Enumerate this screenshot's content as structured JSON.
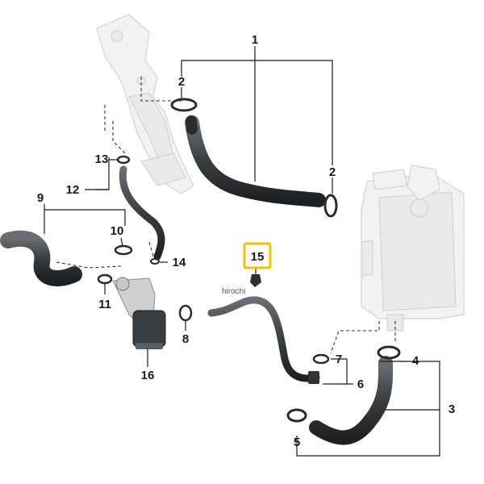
{
  "diagram": {
    "labels": {
      "c1": "1",
      "c2a": "2",
      "c2b": "2",
      "c3": "3",
      "c4": "4",
      "c5": "5",
      "c6": "6",
      "c7": "7",
      "c8": "8",
      "c9": "9",
      "c10": "10",
      "c11": "11",
      "c12": "12",
      "c13": "13",
      "c14": "14",
      "c15": "15",
      "c16": "16"
    },
    "highlighted_part": "15",
    "highlight_color": "#f2c200",
    "hose_color": "#3a3d40",
    "watermark": "hirochi"
  }
}
